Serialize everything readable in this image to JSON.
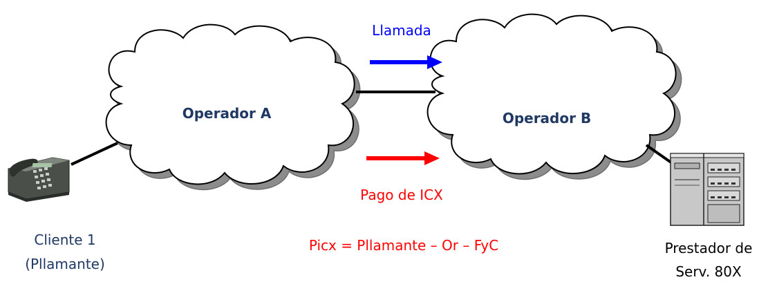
{
  "clouds": {
    "a_label": "Operador A",
    "b_label": "Operador B"
  },
  "arrows": {
    "call_label": "Llamada",
    "payment_label": "Pago de ICX"
  },
  "formula": "Picx = Pllamante – Or – FyC",
  "client": {
    "line1": "Cliente 1",
    "line2": "(Pllamante)"
  },
  "provider": {
    "line1": "Prestador de",
    "line2": "Serv. 80X"
  },
  "colors": {
    "call_arrow": "#0000ff",
    "payment_arrow": "#ff0000",
    "label_dark": "#1f3864"
  }
}
